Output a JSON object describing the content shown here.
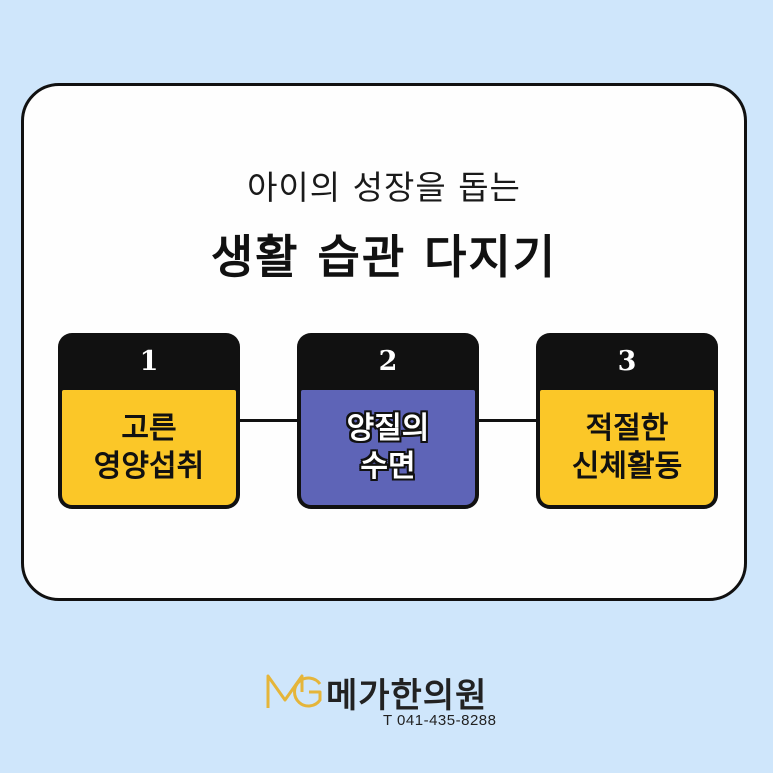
{
  "header": {
    "subtitle": "아이의 성장을 돕는",
    "title": "생활 습관 다지기"
  },
  "steps": [
    {
      "number": "1",
      "lines": [
        "고른",
        "영양섭취"
      ],
      "color": "#fbc728"
    },
    {
      "number": "2",
      "lines": [
        "양질의",
        "수면"
      ],
      "color": "#5e64b7"
    },
    {
      "number": "3",
      "lines": [
        "적절한",
        "신체활동"
      ],
      "color": "#fbc728"
    }
  ],
  "brand": {
    "logo_icon": "mg-monogram-icon",
    "name": "메가한의원",
    "phone": "T 041-435-8288",
    "accent": "#e5b53a"
  }
}
